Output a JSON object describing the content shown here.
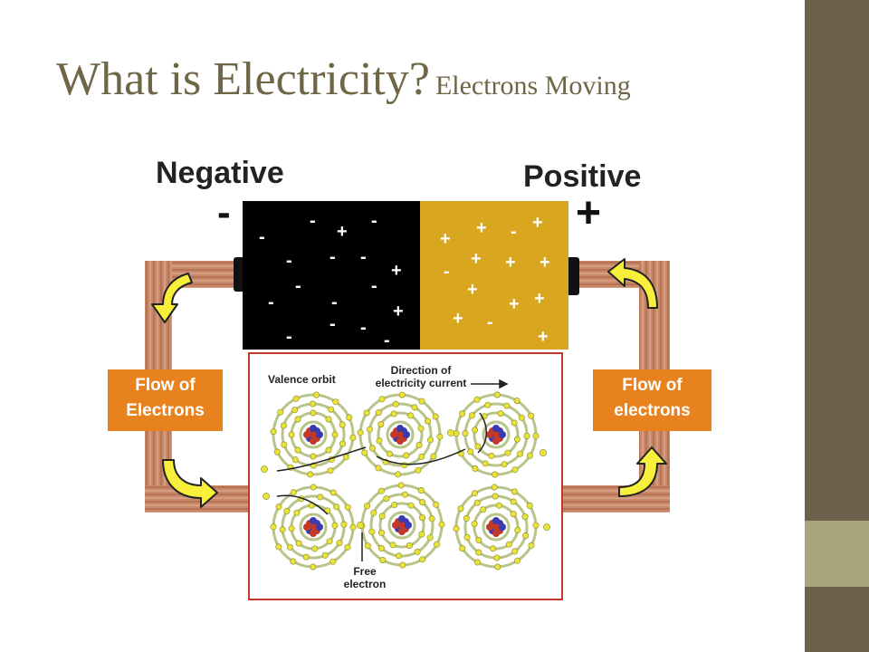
{
  "title": {
    "main": "What is Electricity?",
    "sub": "Electrons Moving"
  },
  "battery": {
    "negative_label": "Negative",
    "positive_label": "Positive",
    "negative_sign": "-",
    "positive_sign": "+",
    "colors": {
      "negative": "#000000",
      "positive": "#d9a620",
      "wire": "#c8896a",
      "arrow": "#f7ef3a"
    }
  },
  "flow_left": {
    "line1": "Flow of",
    "line2": "Electrons"
  },
  "flow_right": {
    "line1": "Flow of",
    "line2": "electrons"
  },
  "inset": {
    "valence_label": "Valence orbit",
    "direction_label_1": "Direction of",
    "direction_label_2": "electricity current",
    "free_label_1": "Free",
    "free_label_2": "electron"
  }
}
